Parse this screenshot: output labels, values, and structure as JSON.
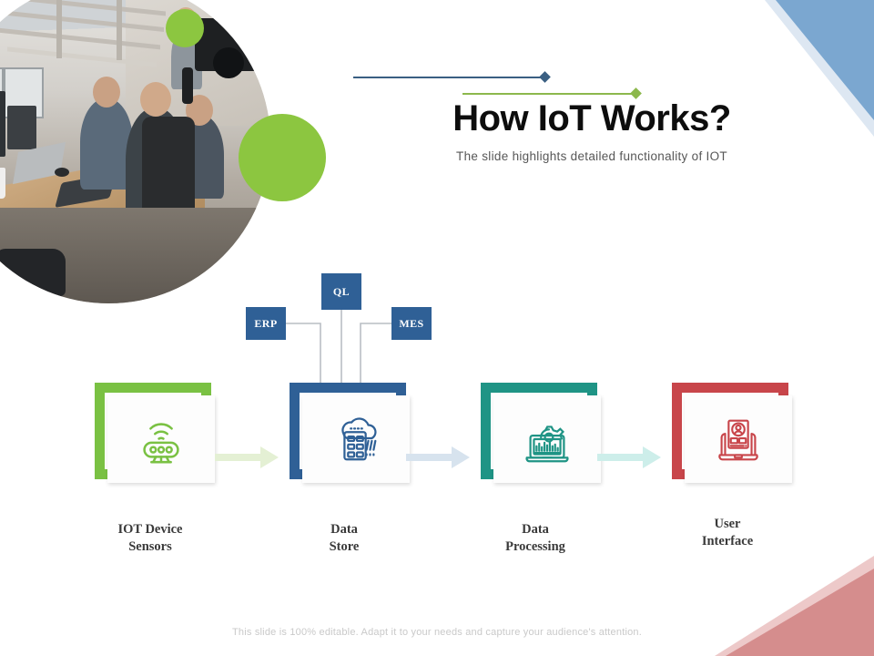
{
  "slide": {
    "title": "How IoT Works?",
    "subtitle": "The slide highlights detailed functionality of IOT",
    "footer_note": "This slide is 100% editable. Adapt it to your needs and capture your audience's attention."
  },
  "decor": {
    "corner_top_right_color": "#7ba7d0",
    "corner_top_right_pale_color": "#dde7f2",
    "corner_bottom_right_color": "#d58d8d",
    "corner_bottom_right_pale_color": "#edc9c9",
    "accent_green": "#8cc640",
    "rule_blue_color": "#3a5f82",
    "rule_green_color": "#8cb84c"
  },
  "nodes": [
    {
      "id": "ql",
      "label": "QL",
      "color": "#2f6096"
    },
    {
      "id": "erp",
      "label": "ERP",
      "color": "#2f6096"
    },
    {
      "id": "mes",
      "label": "MES",
      "color": "#2f6096"
    }
  ],
  "stages": [
    {
      "id": "iot-device-sensors",
      "caption_line1": "IOT Device",
      "caption_line2": "Sensors",
      "icon": "sensor-wifi-icon",
      "border_color": "#7ac143",
      "arrow_color": "#e4f0d4"
    },
    {
      "id": "data-store",
      "caption_line1": "Data",
      "caption_line2": "Store",
      "icon": "cloud-server-icon",
      "border_color": "#2f6096",
      "arrow_color": "#d7e3ee"
    },
    {
      "id": "data-processing",
      "caption_line1": "Data",
      "caption_line2": "Processing",
      "icon": "laptop-gear-analytics-icon",
      "border_color": "#1f9485",
      "arrow_color": "#cdeeea"
    },
    {
      "id": "user-interface",
      "caption_line1": "User",
      "caption_line2": "Interface",
      "icon": "laptop-user-profile-icon",
      "border_color": "#c8454a",
      "arrow_color": ""
    }
  ]
}
